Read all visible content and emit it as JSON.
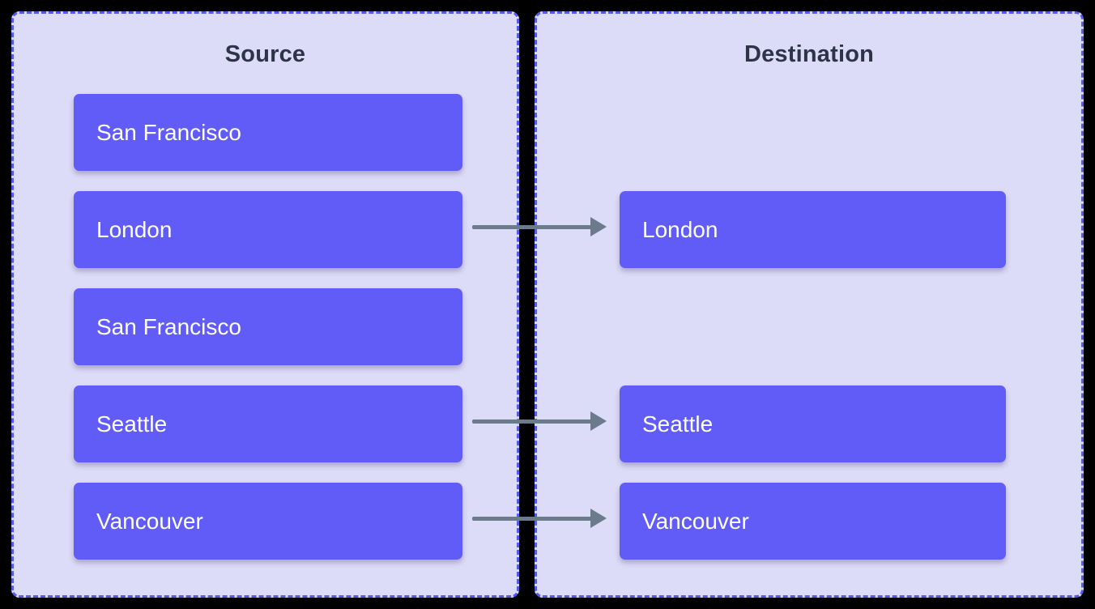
{
  "source_panel": {
    "title": "Source",
    "items": [
      {
        "label": "San Francisco"
      },
      {
        "label": "London"
      },
      {
        "label": "San Francisco"
      },
      {
        "label": "Seattle"
      },
      {
        "label": "Vancouver"
      }
    ]
  },
  "destination_panel": {
    "title": "Destination",
    "items": [
      {
        "label": "London"
      },
      {
        "label": "Seattle"
      },
      {
        "label": "Vancouver"
      }
    ]
  },
  "arrows": [
    {
      "from": "London",
      "to": "London"
    },
    {
      "from": "Seattle",
      "to": "Seattle"
    },
    {
      "from": "Vancouver",
      "to": "Vancouver"
    }
  ],
  "colors": {
    "background": "#000000",
    "panel_background": "#dddcf8",
    "panel_border": "#555ae8",
    "item_background": "#615cf8",
    "item_text": "#ffffff",
    "title_text": "#2d3447",
    "arrow": "#6b7b8c"
  }
}
